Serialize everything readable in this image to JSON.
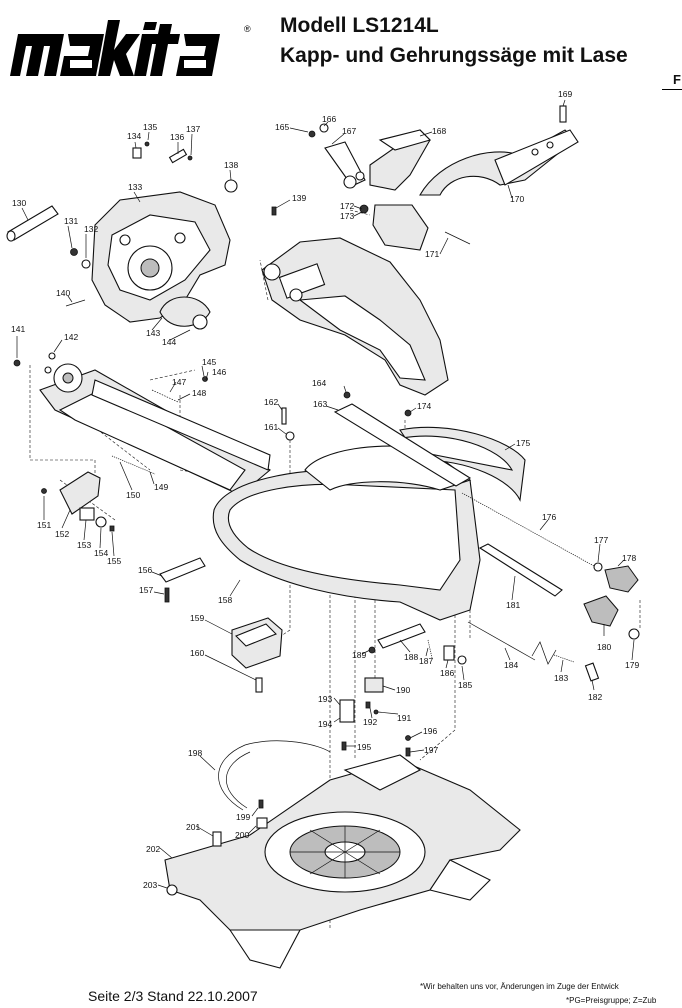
{
  "brand": {
    "logo_text": "makita",
    "registered_mark": "®"
  },
  "header": {
    "model": "Modell LS1214L",
    "description": "Kapp- und Gehrungssäge mit Lase",
    "ref_mark": "F"
  },
  "footer": {
    "page_info": "Seite 2/3  Stand 22.10.2007",
    "note_1": "*Wir behalten uns vor, Änderungen im Zuge der Entwick",
    "note_2": "*PG=Preisgruppe; Z=Zub"
  },
  "part_numbers": [
    "130",
    "131",
    "132",
    "133",
    "134",
    "135",
    "136",
    "137",
    "138",
    "139",
    "140",
    "141",
    "142",
    "143",
    "144",
    "145",
    "146",
    "147",
    "148",
    "149",
    "150",
    "151",
    "152",
    "153",
    "154",
    "155",
    "156",
    "157",
    "158",
    "159",
    "160",
    "161",
    "162",
    "163",
    "164",
    "165",
    "166",
    "167",
    "168",
    "169",
    "170",
    "171",
    "172",
    "173",
    "174",
    "175",
    "176",
    "177",
    "178",
    "179",
    "180",
    "181",
    "182",
    "183",
    "184",
    "185",
    "186",
    "187",
    "188",
    "189",
    "190",
    "191",
    "192",
    "193",
    "194",
    "195",
    "196",
    "197",
    "198",
    "199",
    "200",
    "201",
    "202",
    "203"
  ]
}
